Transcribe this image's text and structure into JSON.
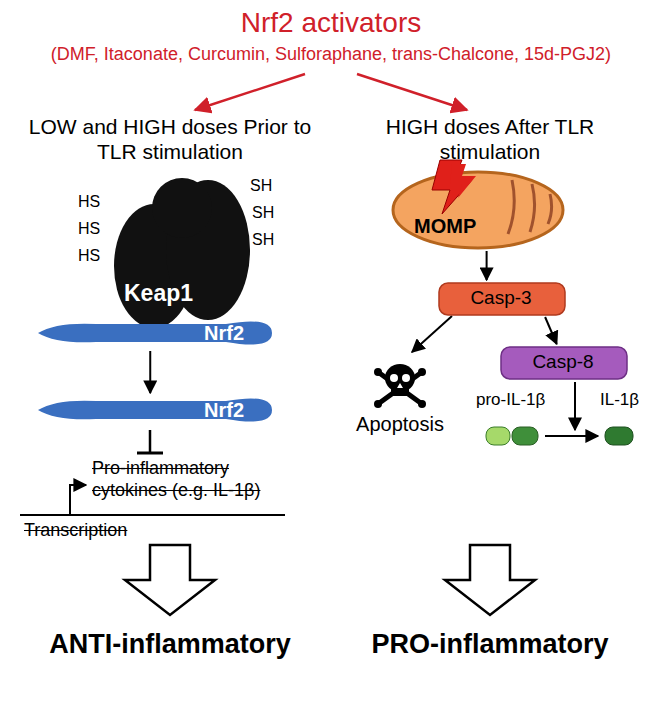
{
  "diagram": {
    "title": "Nrf2 activators",
    "nodes": [
      {
        "text": [
          "Keap1"
        ]
      },
      {
        "text": [
          "Nrf2"
        ]
      },
      {
        "text": [
          "Nrf2"
        ]
      },
      {
        "text": [
          "MOMP"
        ]
      },
      {
        "text": [
          "Casp-3"
        ]
      },
      {
        "text": [
          "Casp-8"
        ]
      }
    ],
    "edges": [
      {
        "from": 1,
        "to": 2,
        "arrow": "to"
      },
      {
        "from": 3,
        "to": 4,
        "arrow": "to"
      },
      {
        "from": 4,
        "to": 5,
        "arrow": "to"
      }
    ],
    "labels": [
      "(DMF, Itaconate, Curcumin, Sulforaphane, trans-Chalcone, 15d-PGJ2)",
      "LOW and HIGH doses Prior to TLR stimulation",
      "HIGH doses After TLR stimulation",
      "HS",
      "HS",
      "HS",
      "SH",
      "SH",
      "SH",
      "Pro-inflammatory cytokines (e.g. IL-1β)",
      "Transcription",
      "Apoptosis",
      "pro-IL-1β",
      "IL-1β",
      "ANTI-inflammatory",
      "PRO-inflammatory"
    ]
  }
}
